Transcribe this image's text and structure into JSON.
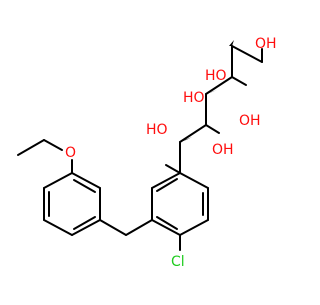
{
  "molecule": {
    "labels": {
      "oh_terminal": "OH",
      "oh_c5": "HO",
      "oh_c4": "OH",
      "oh_c3": "HO",
      "oh_c2": "OH",
      "oh_c1": "HO",
      "chloro": "Cl",
      "ether_o": "O"
    },
    "colors": {
      "bond": "#000000",
      "oxygen": "#ff0d0d",
      "chlorine": "#1fcc1f",
      "background": "#ffffff"
    }
  }
}
